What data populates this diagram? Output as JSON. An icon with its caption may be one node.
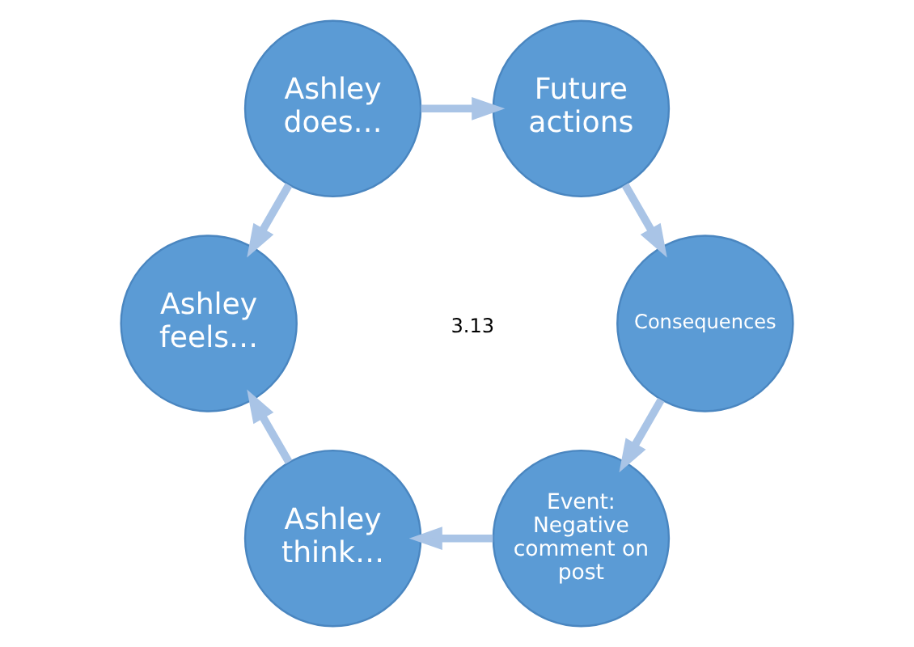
{
  "diagram": {
    "nodes": [
      {
        "text": [
          "Event: Negative comment on post"
        ]
      },
      {
        "text": [
          "Ashley think…"
        ]
      },
      {
        "text": [
          "Ashley feels…"
        ]
      },
      {
        "text": [
          "Ashley does…"
        ]
      },
      {
        "text": [
          "Future actions"
        ]
      },
      {
        "text": [
          "Consequences"
        ]
      }
    ],
    "edges": [
      {
        "from": 0,
        "to": 1,
        "arrow": "to"
      },
      {
        "from": 1,
        "to": 2,
        "arrow": "to"
      },
      {
        "from": 3,
        "to": 2,
        "arrow": "to"
      },
      {
        "from": 3,
        "to": 4,
        "arrow": "to"
      },
      {
        "from": 4,
        "to": 5,
        "arrow": "to"
      },
      {
        "from": 5,
        "to": 0,
        "arrow": "to"
      }
    ],
    "labels": [
      "3.13"
    ]
  }
}
